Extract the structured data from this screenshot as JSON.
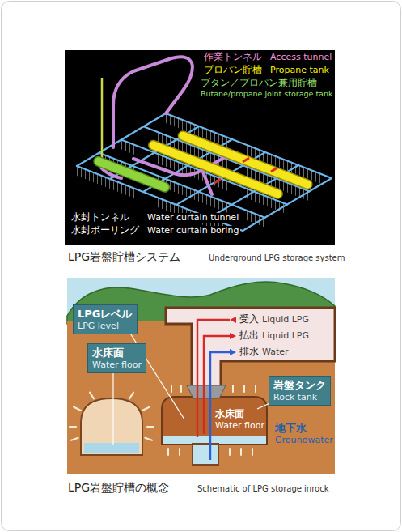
{
  "diagram": {
    "nodes": [
      {
        "text": [
          "LPGレベル",
          "LPG level"
        ]
      },
      {
        "text": [
          "水床面",
          "Water floor"
        ]
      },
      {
        "text": [
          "岩盤タンク",
          "Rock tank"
        ]
      }
    ],
    "labels": [
      "作業トンネル",
      "Access tunnel",
      "プロパン貯槽",
      "Propane tank",
      "ブタン／プロパン兼用貯槽",
      "Butane/propane joint storage tank",
      "水封トンネル",
      "Water curtain tunnel",
      "水封ボーリング",
      "Water curtain boring",
      "LPG岩盤貯槽システム",
      "Underground LPG storage system",
      "受入",
      "Liquid LPG",
      "払出",
      "Liquid LPG",
      "排水",
      "Water",
      "水床面",
      "Water floor",
      "地下水",
      "Groundwater",
      "LPG岩盤貯槽の概念",
      "Schematic of LPG storage inrock"
    ]
  }
}
